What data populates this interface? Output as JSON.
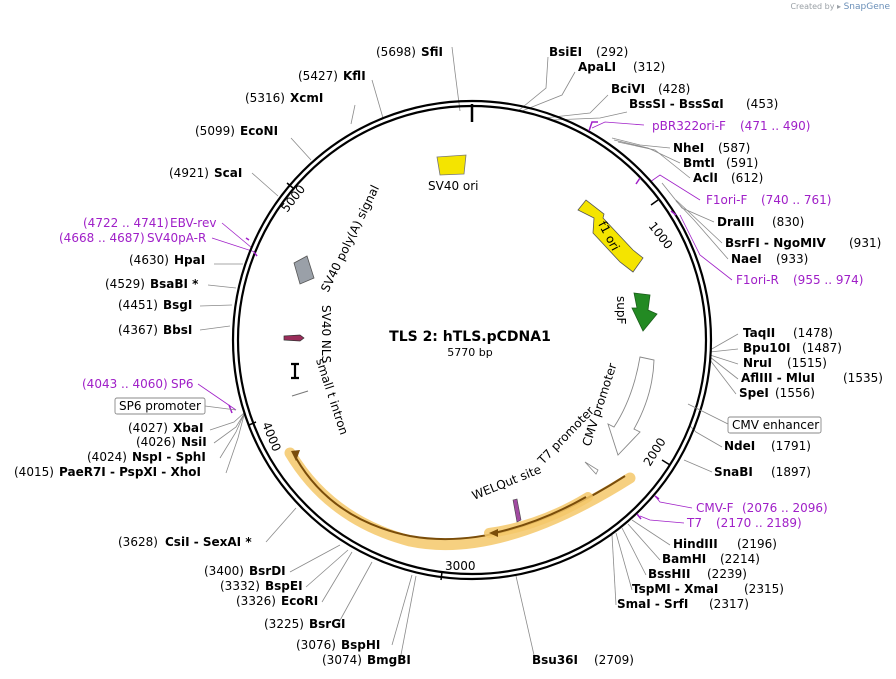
{
  "credit": {
    "prefix": "Created by",
    "brand": "SnapGene"
  },
  "plasmid": {
    "name": "TLS 2: hTLS.pCDNA1",
    "length": "5770 bp"
  },
  "ticks": [
    "1000",
    "2000",
    "3000",
    "4000",
    "5000"
  ],
  "enzymes": [
    {
      "name": "SfiI",
      "pos": "(5698)"
    },
    {
      "name": "BsiEI",
      "pos": "(292)"
    },
    {
      "name": "ApaLI",
      "pos": "(312)"
    },
    {
      "name": "KflI",
      "pos": "(5427)"
    },
    {
      "name": "XcmI",
      "pos": "(5316)"
    },
    {
      "name": "BciVI",
      "pos": "(428)"
    },
    {
      "name": "BssSI - BssSαI",
      "pos": "(453)"
    },
    {
      "name": "EcoNI",
      "pos": "(5099)"
    },
    {
      "name": "NheI",
      "pos": "(587)"
    },
    {
      "name": "BmtI",
      "pos": "(591)"
    },
    {
      "name": "AclI",
      "pos": "(612)"
    },
    {
      "name": "ScaI",
      "pos": "(4921)"
    },
    {
      "name": "DraIII",
      "pos": "(830)"
    },
    {
      "name": "BsrFI - NgoMIV",
      "pos": "(931)"
    },
    {
      "name": "NaeI",
      "pos": "(933)"
    },
    {
      "name": "HpaI",
      "pos": "(4630)"
    },
    {
      "name": "BsaBI *",
      "pos": "(4529)"
    },
    {
      "name": "BsgI",
      "pos": "(4451)"
    },
    {
      "name": "BbsI",
      "pos": "(4367)"
    },
    {
      "name": "TaqII",
      "pos": "(1478)"
    },
    {
      "name": "Bpu10I",
      "pos": "(1487)"
    },
    {
      "name": "NruI",
      "pos": "(1515)"
    },
    {
      "name": "AflIII - MluI",
      "pos": "(1535)"
    },
    {
      "name": "SpeI",
      "pos": "(1556)"
    },
    {
      "name": "XbaI",
      "pos": "(4027)"
    },
    {
      "name": "NsiI",
      "pos": "(4026)"
    },
    {
      "name": "NspI - SphI",
      "pos": "(4024)"
    },
    {
      "name": "PaeR7I - PspXI - XhoI",
      "pos": "(4015)"
    },
    {
      "name": "NdeI",
      "pos": "(1791)"
    },
    {
      "name": "SnaBI",
      "pos": "(1897)"
    },
    {
      "name": "CsiI - SexAI *",
      "pos": "(3628)"
    },
    {
      "name": "HindIII",
      "pos": "(2196)"
    },
    {
      "name": "BamHI",
      "pos": "(2214)"
    },
    {
      "name": "BssHII",
      "pos": "(2239)"
    },
    {
      "name": "TspMI - XmaI",
      "pos": "(2315)"
    },
    {
      "name": "SmaI - SrfI",
      "pos": "(2317)"
    },
    {
      "name": "BsrDI",
      "pos": "(3400)"
    },
    {
      "name": "BspEI",
      "pos": "(3332)"
    },
    {
      "name": "EcoRI",
      "pos": "(3326)"
    },
    {
      "name": "BsrGI",
      "pos": "(3225)"
    },
    {
      "name": "BspHI",
      "pos": "(3076)"
    },
    {
      "name": "BmgBI",
      "pos": "(3074)"
    },
    {
      "name": "Bsu36I",
      "pos": "(2709)"
    }
  ],
  "primers": [
    {
      "name": "pBR322ori-F",
      "range": "(471 .. 490)"
    },
    {
      "name": "F1ori-F",
      "range": "(740 .. 761)"
    },
    {
      "name": "F1ori-R",
      "range": "(955 .. 974)"
    },
    {
      "name": "EBV-rev",
      "range": "(4722 .. 4741)"
    },
    {
      "name": "SV40pA-R",
      "range": "(4668 .. 4687)"
    },
    {
      "name": "SP6",
      "range": "(4043 .. 4060)"
    },
    {
      "name": "CMV-F",
      "range": "(2076 .. 2096)"
    },
    {
      "name": "T7",
      "range": "(2170 .. 2189)"
    }
  ],
  "features": {
    "sv40_ori": "SV40 ori",
    "f1_ori": "f1 ori",
    "supf": "supF",
    "cmv_promoter": "CMV promoter",
    "cmv_enhancer": "CMV enhancer",
    "t7_promoter": "T7 promoter",
    "sp6_promoter": "SP6 promoter",
    "sv40_polya": "SV40 poly(A) signal",
    "sv40_nls": "SV40 NLS",
    "small_t_intron": "small t intron",
    "welqut_site": "WELQut site"
  },
  "colors": {
    "primer": "#a020c8",
    "sv40_ori": "#f4e400",
    "f1_ori": "#f4e400",
    "supf": "#238a23",
    "sv40_polya": "#9aa0a8",
    "orf_highlight": "#f5c86a",
    "orf_arrow": "#c78a1c"
  }
}
